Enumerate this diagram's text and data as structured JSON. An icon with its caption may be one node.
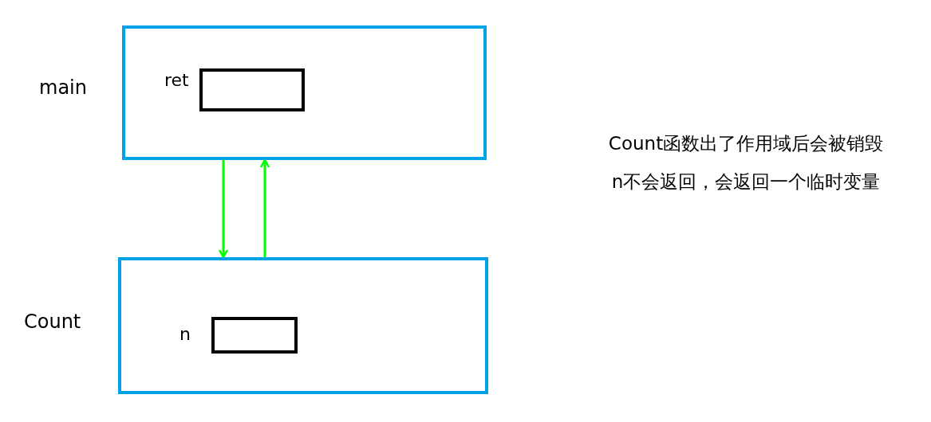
{
  "diagram": {
    "nodes": [
      {
        "text": [
          "main"
        ]
      },
      {
        "text": [],
        "shape": "box",
        "beside": [
          "ret"
        ],
        "in": 0
      },
      {
        "text": [
          "Count"
        ]
      },
      {
        "text": [],
        "shape": "box",
        "beside": [
          "n"
        ],
        "in": 2
      }
    ],
    "edges": [
      {
        "from": 0,
        "to": 2,
        "arrow": "to"
      },
      {
        "from": 2,
        "to": 0,
        "arrow": "to"
      }
    ],
    "labels": [
      "Count函数出了作用域后会被销毁",
      "n不会返回，会返回一个临时变量"
    ]
  }
}
